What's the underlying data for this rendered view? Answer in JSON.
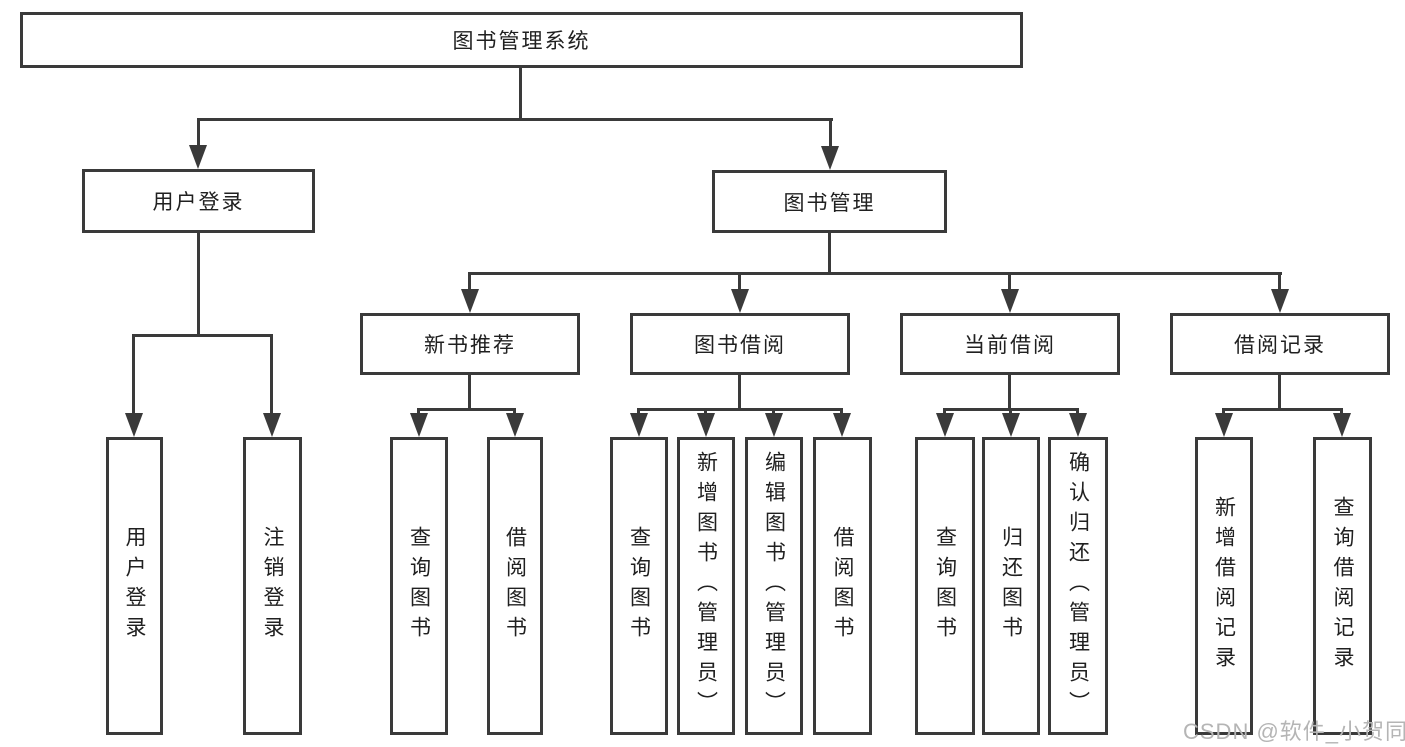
{
  "diagram": {
    "root": {
      "label": "图书管理系统"
    },
    "level2": [
      {
        "label": "用户登录"
      },
      {
        "label": "图书管理"
      }
    ],
    "level3": [
      {
        "label": "新书推荐"
      },
      {
        "label": "图书借阅"
      },
      {
        "label": "当前借阅"
      },
      {
        "label": "借阅记录"
      }
    ],
    "leaves": {
      "user_login": [
        "用户登录",
        "注销登录"
      ],
      "new_book": [
        "查询图书",
        "借阅图书"
      ],
      "book_borrow": [
        "查询图书",
        "新增图书（管理员）",
        "编辑图书（管理员）",
        "借阅图书"
      ],
      "current_borrow": [
        "查询图书",
        "归还图书",
        "确认归还（管理员）"
      ],
      "borrow_records": [
        "新增借阅记录",
        "查询借阅记录"
      ]
    }
  },
  "watermark": "CSDN @软件_小贺同学",
  "colors": {
    "line": "#3a3a3a",
    "text": "#202020",
    "watermark": "#b5b5b5",
    "background": "#ffffff"
  }
}
